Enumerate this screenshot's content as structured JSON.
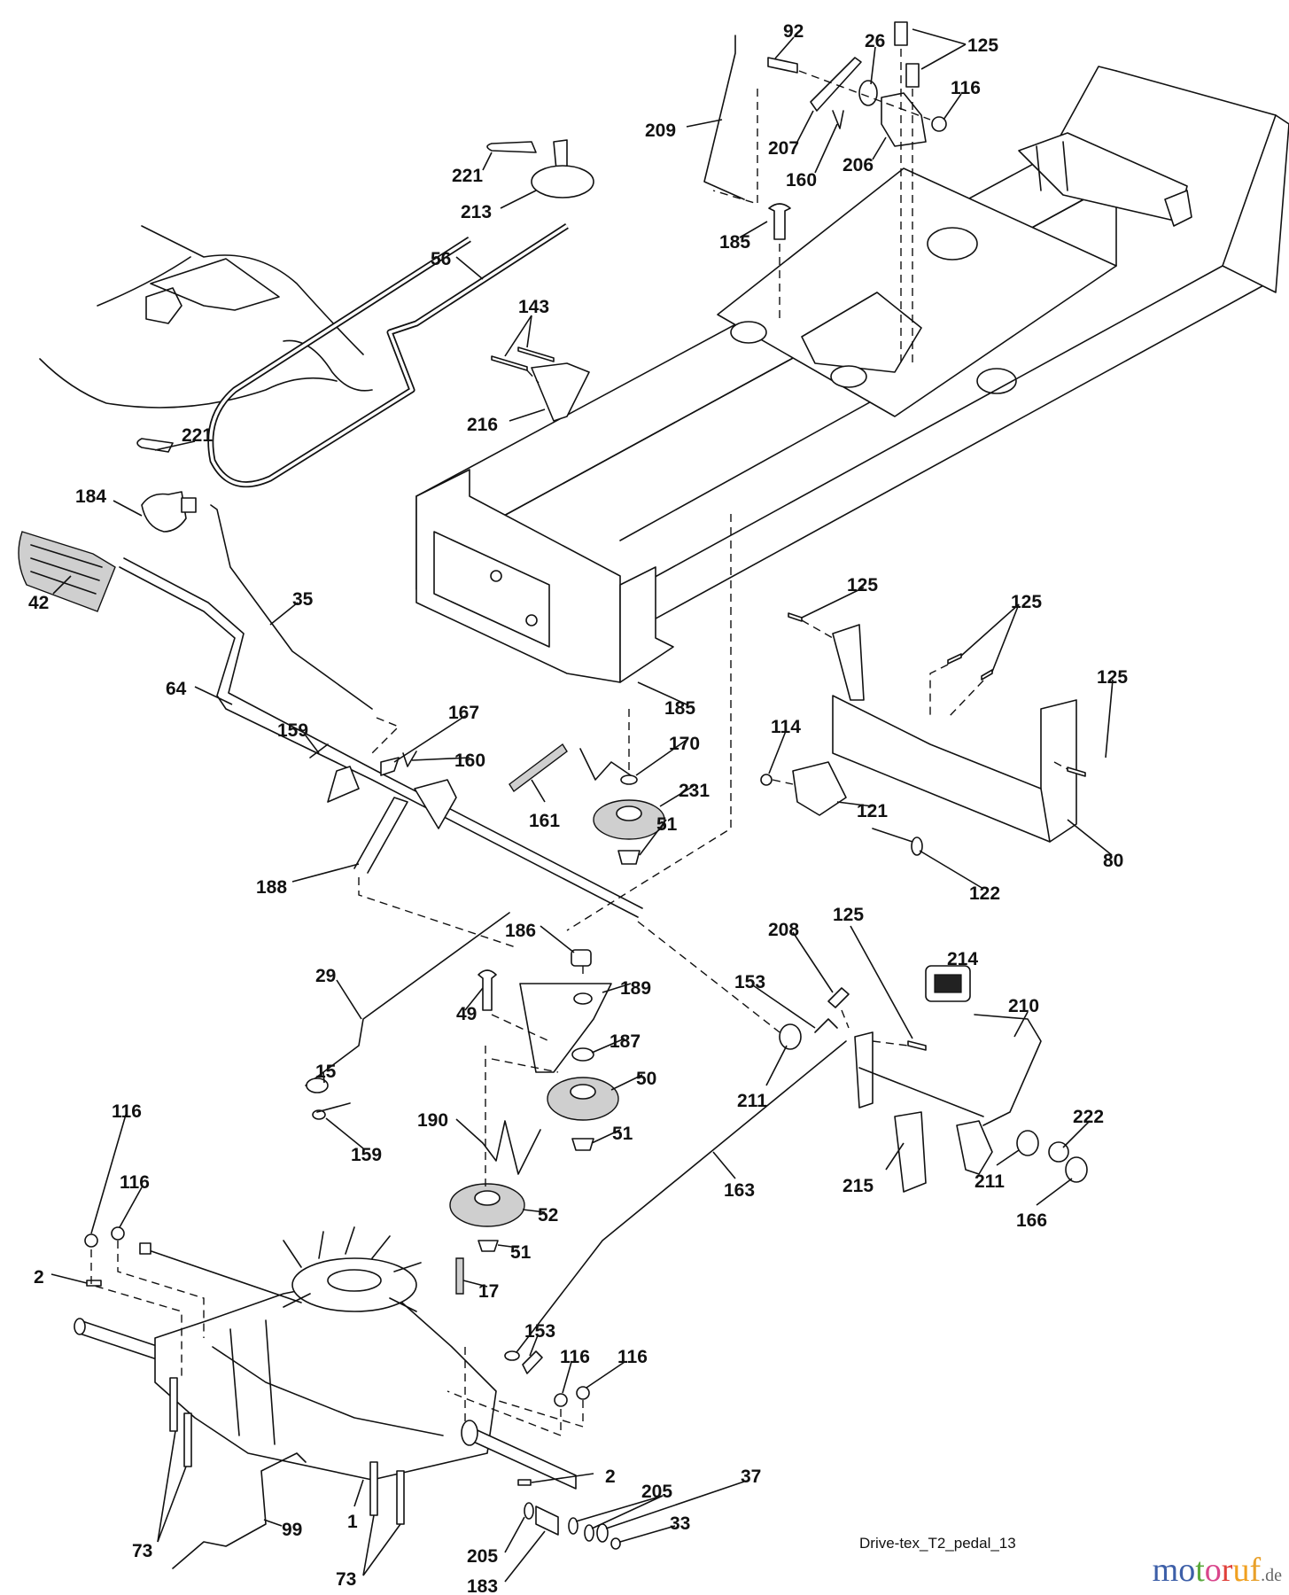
{
  "diagram": {
    "title": "Drive-tex_T2_pedal_13",
    "brand": {
      "letters": [
        {
          "char": "m",
          "color": "#3d5fa8"
        },
        {
          "char": "o",
          "color": "#3d5fa8"
        },
        {
          "char": "t",
          "color": "#5aa83c"
        },
        {
          "char": "o",
          "color": "#d9468c"
        },
        {
          "char": "r",
          "color": "#e0403a"
        },
        {
          "char": "u",
          "color": "#f0a020"
        },
        {
          "char": "f",
          "color": "#e8a02a"
        }
      ],
      "tld": ".de"
    },
    "callouts": [
      {
        "id": "92",
        "label": "92"
      },
      {
        "id": "26",
        "label": "26"
      },
      {
        "id": "125a",
        "label": "125"
      },
      {
        "id": "116a",
        "label": "116"
      },
      {
        "id": "209",
        "label": "209"
      },
      {
        "id": "207",
        "label": "207"
      },
      {
        "id": "160a",
        "label": "160"
      },
      {
        "id": "206",
        "label": "206"
      },
      {
        "id": "221a",
        "label": "221"
      },
      {
        "id": "213",
        "label": "213"
      },
      {
        "id": "185a",
        "label": "185"
      },
      {
        "id": "56",
        "label": "56"
      },
      {
        "id": "143",
        "label": "143"
      },
      {
        "id": "216",
        "label": "216"
      },
      {
        "id": "221b",
        "label": "221"
      },
      {
        "id": "184",
        "label": "184"
      },
      {
        "id": "42",
        "label": "42"
      },
      {
        "id": "35",
        "label": "35"
      },
      {
        "id": "64",
        "label": "64"
      },
      {
        "id": "159a",
        "label": "159"
      },
      {
        "id": "167",
        "label": "167"
      },
      {
        "id": "160b",
        "label": "160"
      },
      {
        "id": "161",
        "label": "161"
      },
      {
        "id": "185b",
        "label": "185"
      },
      {
        "id": "170",
        "label": "170"
      },
      {
        "id": "231",
        "label": "231"
      },
      {
        "id": "51a",
        "label": "51"
      },
      {
        "id": "125b",
        "label": "125"
      },
      {
        "id": "125c",
        "label": "125"
      },
      {
        "id": "125d",
        "label": "125"
      },
      {
        "id": "114",
        "label": "114"
      },
      {
        "id": "121",
        "label": "121"
      },
      {
        "id": "122",
        "label": "122"
      },
      {
        "id": "80",
        "label": "80"
      },
      {
        "id": "188",
        "label": "188"
      },
      {
        "id": "186",
        "label": "186"
      },
      {
        "id": "189",
        "label": "189"
      },
      {
        "id": "49",
        "label": "49"
      },
      {
        "id": "29",
        "label": "29"
      },
      {
        "id": "187",
        "label": "187"
      },
      {
        "id": "50",
        "label": "50"
      },
      {
        "id": "15",
        "label": "15"
      },
      {
        "id": "159b",
        "label": "159"
      },
      {
        "id": "190",
        "label": "190"
      },
      {
        "id": "51b",
        "label": "51"
      },
      {
        "id": "52",
        "label": "52"
      },
      {
        "id": "51c",
        "label": "51"
      },
      {
        "id": "17",
        "label": "17"
      },
      {
        "id": "125e",
        "label": "125"
      },
      {
        "id": "208",
        "label": "208"
      },
      {
        "id": "153a",
        "label": "153"
      },
      {
        "id": "214",
        "label": "214"
      },
      {
        "id": "210",
        "label": "210"
      },
      {
        "id": "211a",
        "label": "211"
      },
      {
        "id": "163",
        "label": "163"
      },
      {
        "id": "215",
        "label": "215"
      },
      {
        "id": "211b",
        "label": "211"
      },
      {
        "id": "222",
        "label": "222"
      },
      {
        "id": "166",
        "label": "166"
      },
      {
        "id": "116b",
        "label": "116"
      },
      {
        "id": "116c",
        "label": "116"
      },
      {
        "id": "2a",
        "label": "2"
      },
      {
        "id": "153b",
        "label": "153"
      },
      {
        "id": "116d",
        "label": "116"
      },
      {
        "id": "116e",
        "label": "116"
      },
      {
        "id": "2b",
        "label": "2"
      },
      {
        "id": "205a",
        "label": "205"
      },
      {
        "id": "37",
        "label": "37"
      },
      {
        "id": "33",
        "label": "33"
      },
      {
        "id": "99",
        "label": "99"
      },
      {
        "id": "1",
        "label": "1"
      },
      {
        "id": "205b",
        "label": "205"
      },
      {
        "id": "73a",
        "label": "73"
      },
      {
        "id": "73b",
        "label": "73"
      },
      {
        "id": "183",
        "label": "183"
      }
    ]
  }
}
